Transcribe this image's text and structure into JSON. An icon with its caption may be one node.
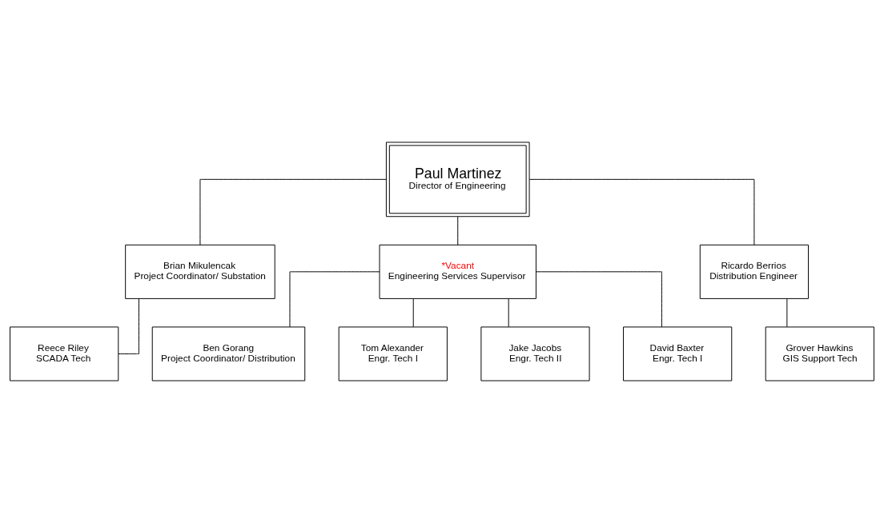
{
  "diagram": {
    "nodes": [
      {
        "text": [
          "Paul Martinez",
          "Director of Engineering"
        ]
      },
      {
        "text": [
          "Brian Mikulencak",
          "Project Coordinator/ Substation"
        ]
      },
      {
        "text": [
          "*Vacant",
          "Engineering Services Supervisor"
        ]
      },
      {
        "text": [
          "Ricardo Berrios",
          "Distribution Engineer"
        ]
      },
      {
        "text": [
          "Reece Riley",
          "SCADA Tech"
        ]
      },
      {
        "text": [
          "Ben Gorang",
          "Project Coordinator/ Distribution"
        ]
      },
      {
        "text": [
          "Tom Alexander",
          "Engr. Tech I"
        ]
      },
      {
        "text": [
          "Grover Hawkins",
          "GIS Support Tech"
        ]
      },
      {
        "text": [
          "Jake Jacobs",
          "Engr. Tech II"
        ]
      },
      {
        "text": [
          "David Baxter",
          "Engr. Tech I"
        ]
      }
    ],
    "edges": [
      {
        "from": 0,
        "to": 1,
        "arrow": "none"
      },
      {
        "from": 0,
        "to": 2,
        "arrow": "none"
      },
      {
        "from": 0,
        "to": 3,
        "arrow": "none"
      },
      {
        "from": 1,
        "to": 4,
        "arrow": "none"
      },
      {
        "from": 2,
        "to": 5,
        "arrow": "none"
      },
      {
        "from": 2,
        "to": 6,
        "arrow": "none"
      },
      {
        "from": 2,
        "to": 8,
        "arrow": "none"
      },
      {
        "from": 2,
        "to": 9,
        "arrow": "none"
      },
      {
        "from": 3,
        "to": 7,
        "arrow": "none"
      }
    ]
  }
}
